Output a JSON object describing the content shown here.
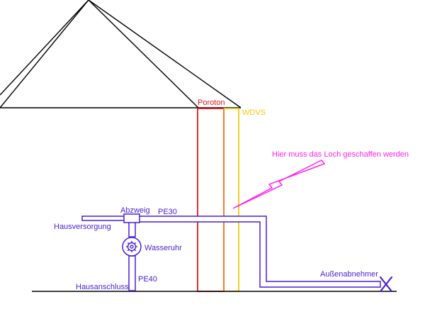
{
  "labels": {
    "poroton": "Poroton",
    "wdvs": "WDVS",
    "hint": "Hier muss das Loch geschaffen werden",
    "abzweig": "Abzweig",
    "pe30": "PE30",
    "hausversorgung": "Hausversorgung",
    "wasseruhr": "Wasseruhr",
    "pe40": "PE40",
    "hausanschluss": "Hausanschluss",
    "aussenabnehmer": "Außenabnehmer"
  },
  "colors": {
    "roof": "#000000",
    "ground": "#000000",
    "poroton": "#e8141b",
    "transition": "#f08a1c",
    "wdvs": "#f2c80f",
    "pipe": "#4a1fd6",
    "hint_arrow": "#ff22ee"
  },
  "icons": {
    "water_meter": "gear-icon",
    "valve": "x-valve-icon"
  }
}
